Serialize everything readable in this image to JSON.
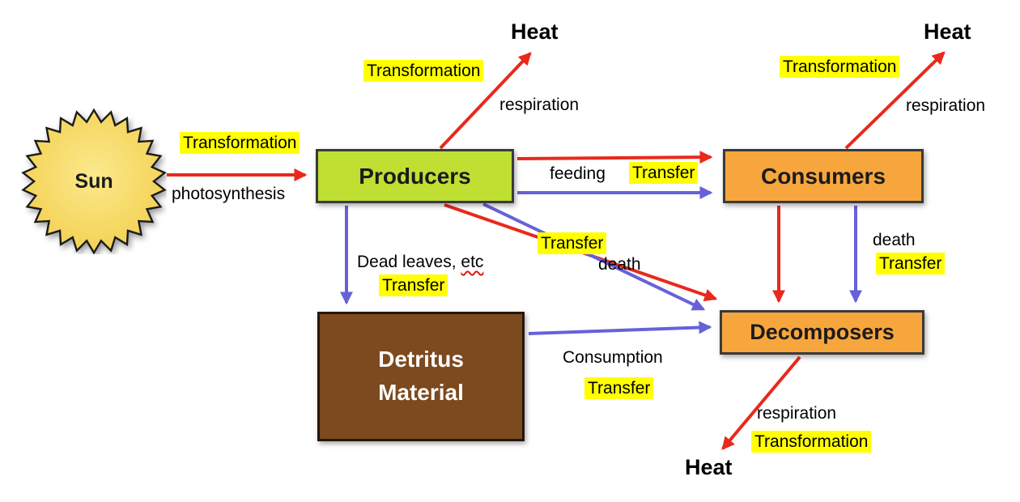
{
  "title": "Energy flow diagram",
  "colors": {
    "red_arrow": "#e8291c",
    "blue_arrow": "#6761d9",
    "highlight": "#ffff00",
    "sun_fill": "#f5d55c",
    "producers_fill": "#c0df33",
    "consumers_fill": "#f7a63e",
    "decomposers_fill": "#f7a63e",
    "detritus_fill": "#7c4a1e"
  },
  "nodes": {
    "sun": {
      "label": "Sun"
    },
    "producers": {
      "label": "Producers"
    },
    "consumers": {
      "label": "Consumers"
    },
    "decomposers": {
      "label": "Decomposers"
    },
    "detritus": {
      "line1": "Detritus",
      "line2": "Material"
    }
  },
  "heat": {
    "top": "Heat",
    "top_right": "Heat",
    "bottom": "Heat"
  },
  "labels": {
    "transformation_sun": "Transformation",
    "photosynthesis": "photosynthesis",
    "transformation_producers": "Transformation",
    "respiration_producers": "respiration",
    "feeding": "feeding",
    "transfer_feeding": "Transfer",
    "transformation_consumers": "Transformation",
    "respiration_consumers": "respiration",
    "transfer_producers_death": "Transfer",
    "death_producers": "death",
    "death_consumers": "death",
    "transfer_consumers_death": "Transfer",
    "dead_leaves_prefix": "Dead leaves, ",
    "dead_leaves_etc": "etc",
    "transfer_dead_leaves": "Transfer",
    "consumption": "Consumption",
    "transfer_consumption": "Transfer",
    "respiration_decomposers": "respiration",
    "transformation_decomposers": "Transformation"
  }
}
